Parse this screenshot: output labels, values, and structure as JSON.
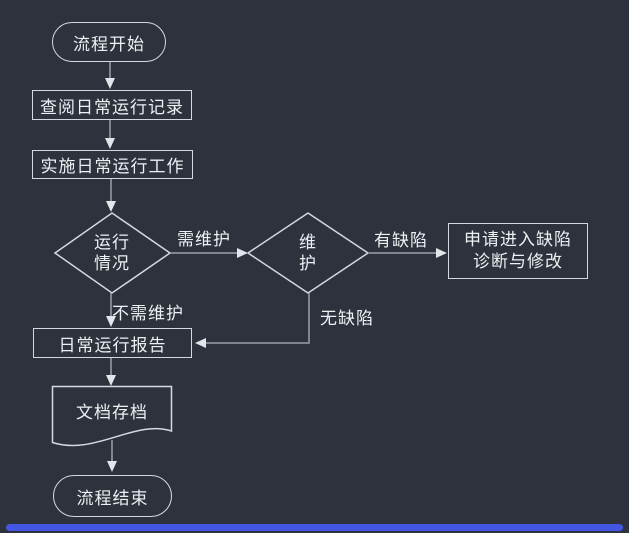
{
  "canvas": {
    "bg": "#2d323c",
    "border": "#d5d9df",
    "line": "#9ba1aa",
    "arrow": "#e2e5e9",
    "text": "#edeff2",
    "accent": "#4356e3"
  },
  "flowchart": {
    "nodes": {
      "start": {
        "type": "terminator",
        "label": "流程开始"
      },
      "review": {
        "type": "process",
        "label": "查阅日常运行记录"
      },
      "implement": {
        "type": "process",
        "label": "实施日常运行工作"
      },
      "status": {
        "type": "decision",
        "label": "运行情况",
        "line1": "运行",
        "line2": "情况"
      },
      "maintain": {
        "type": "decision",
        "label": "维护",
        "line1": "维",
        "line2": "护"
      },
      "defect": {
        "type": "process",
        "label": "申请进入缺陷诊断与修改",
        "line1": "申请进入缺陷",
        "line2": "诊断与修改"
      },
      "report": {
        "type": "process",
        "label": "日常运行报告"
      },
      "archive": {
        "type": "document",
        "label": "文档存档"
      },
      "end": {
        "type": "terminator",
        "label": "流程结束"
      }
    },
    "edge_labels": {
      "need_maintenance": "需维护",
      "no_maintenance": "不需维护",
      "has_defect": "有缺陷",
      "no_defect": "无缺陷"
    }
  }
}
